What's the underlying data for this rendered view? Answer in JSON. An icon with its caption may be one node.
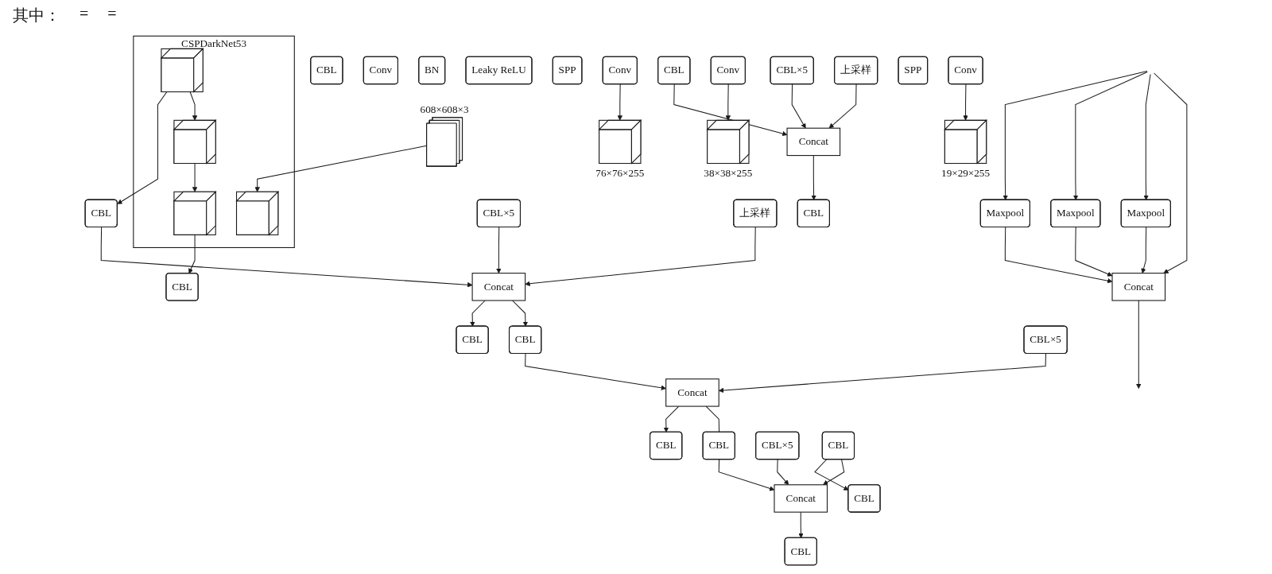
{
  "diagram": {
    "nodes": [
      {
        "text": [],
        "shape": "stack",
        "beside": [
          "608×608×3"
        ]
      },
      {
        "text": [
          "CBL"
        ]
      },
      {
        "text": [
          "Conv"
        ]
      },
      {
        "text": [
          "BN"
        ]
      },
      {
        "text": [
          "Leaky ReLU"
        ]
      },
      {
        "text": [
          "SPP"
        ]
      },
      {
        "text": [
          "Maxpool"
        ]
      },
      {
        "text": [
          "Maxpool"
        ]
      },
      {
        "text": [
          "Maxpool"
        ]
      },
      {
        "text": [
          "Concat"
        ]
      },
      {
        "text": [
          "CSPDarkNet53"
        ]
      },
      {
        "text": [],
        "shape": "cube",
        "in": 10
      },
      {
        "text": [],
        "shape": "cube",
        "in": 10
      },
      {
        "text": [],
        "shape": "cube",
        "in": 10
      },
      {
        "text": [],
        "shape": "cube",
        "in": 10
      },
      {
        "text": [
          "CBL"
        ]
      },
      {
        "text": [
          "Concat"
        ]
      },
      {
        "text": [
          "CBL"
        ]
      },
      {
        "text": [
          "Conv"
        ]
      },
      {
        "text": [],
        "shape": "cube",
        "beside": [
          "76×76×255"
        ]
      },
      {
        "text": [
          "CBL×5"
        ]
      },
      {
        "text": [
          "上采样"
        ]
      },
      {
        "text": [
          "CBL"
        ]
      },
      {
        "text": [
          "CBL"
        ]
      },
      {
        "text": [
          "CBL×5"
        ]
      },
      {
        "text": [
          "CBL"
        ]
      },
      {
        "text": [
          "Concat"
        ]
      },
      {
        "text": [
          "Concat"
        ]
      },
      {
        "text": [
          "CBL"
        ]
      },
      {
        "text": [
          "Conv"
        ]
      },
      {
        "text": [],
        "shape": "cube",
        "beside": [
          "38×38×255"
        ]
      },
      {
        "text": [
          "CBL×5"
        ]
      },
      {
        "text": [
          "上采样"
        ]
      },
      {
        "text": [
          "CBL"
        ]
      },
      {
        "text": [
          "CBL×5"
        ]
      },
      {
        "text": [
          "CBL"
        ]
      },
      {
        "text": [
          "CBL"
        ]
      },
      {
        "text": [
          "SPP"
        ]
      },
      {
        "text": [
          "CBL"
        ]
      },
      {
        "text": [
          "Concat"
        ]
      },
      {
        "text": [
          "CBL"
        ]
      },
      {
        "text": [
          "Conv"
        ]
      },
      {
        "text": [],
        "shape": "cube",
        "beside": [
          "19×29×255"
        ]
      }
    ],
    "edges": [
      {
        "from": 0,
        "to": 11,
        "arrow": "to"
      },
      {
        "from": null,
        "to": 6,
        "arrow": "to"
      },
      {
        "from": null,
        "to": 7,
        "arrow": "to"
      },
      {
        "from": null,
        "to": 8,
        "arrow": "to"
      },
      {
        "from": null,
        "to": 9,
        "arrow": "to"
      },
      {
        "from": 6,
        "to": 9,
        "arrow": "to"
      },
      {
        "from": 7,
        "to": 9,
        "arrow": "to"
      },
      {
        "from": 8,
        "to": 9,
        "arrow": "to"
      },
      {
        "from": 9,
        "to": null,
        "arrow": "to"
      },
      {
        "from": 12,
        "to": 15,
        "arrow": "to"
      },
      {
        "from": 12,
        "to": 13,
        "arrow": "to"
      },
      {
        "from": 15,
        "to": 16,
        "arrow": "to"
      },
      {
        "from": 16,
        "to": 17,
        "arrow": "to"
      },
      {
        "from": 16,
        "to": 23,
        "arrow": "to"
      },
      {
        "from": 18,
        "to": 19,
        "arrow": "to"
      },
      {
        "from": 20,
        "to": 16,
        "arrow": "to"
      },
      {
        "from": 21,
        "to": 16,
        "arrow": "to"
      },
      {
        "from": 26,
        "to": 22,
        "arrow": "to"
      },
      {
        "from": 23,
        "to": 27,
        "arrow": "to"
      },
      {
        "from": 24,
        "to": 27,
        "arrow": "to"
      },
      {
        "from": 25,
        "to": 26,
        "arrow": "to"
      },
      {
        "from": 27,
        "to": 28,
        "arrow": "to"
      },
      {
        "from": 29,
        "to": 30,
        "arrow": "to"
      },
      {
        "from": 13,
        "to": 14,
        "arrow": "to"
      },
      {
        "from": 31,
        "to": 26,
        "arrow": "to"
      },
      {
        "from": 32,
        "to": 26,
        "arrow": "to"
      },
      {
        "from": 27,
        "to": 33,
        "arrow": "none"
      },
      {
        "from": 33,
        "to": 39,
        "arrow": "to"
      },
      {
        "from": 34,
        "to": 39,
        "arrow": "to"
      },
      {
        "from": 38,
        "to": 35,
        "arrow": "to"
      },
      {
        "from": 14,
        "to": 36,
        "arrow": "to"
      },
      {
        "from": 38,
        "to": 39,
        "arrow": "to"
      },
      {
        "from": 39,
        "to": 40,
        "arrow": "to"
      },
      {
        "from": 41,
        "to": 42,
        "arrow": "to"
      }
    ],
    "labels": [
      "其中：",
      "=",
      "="
    ]
  }
}
